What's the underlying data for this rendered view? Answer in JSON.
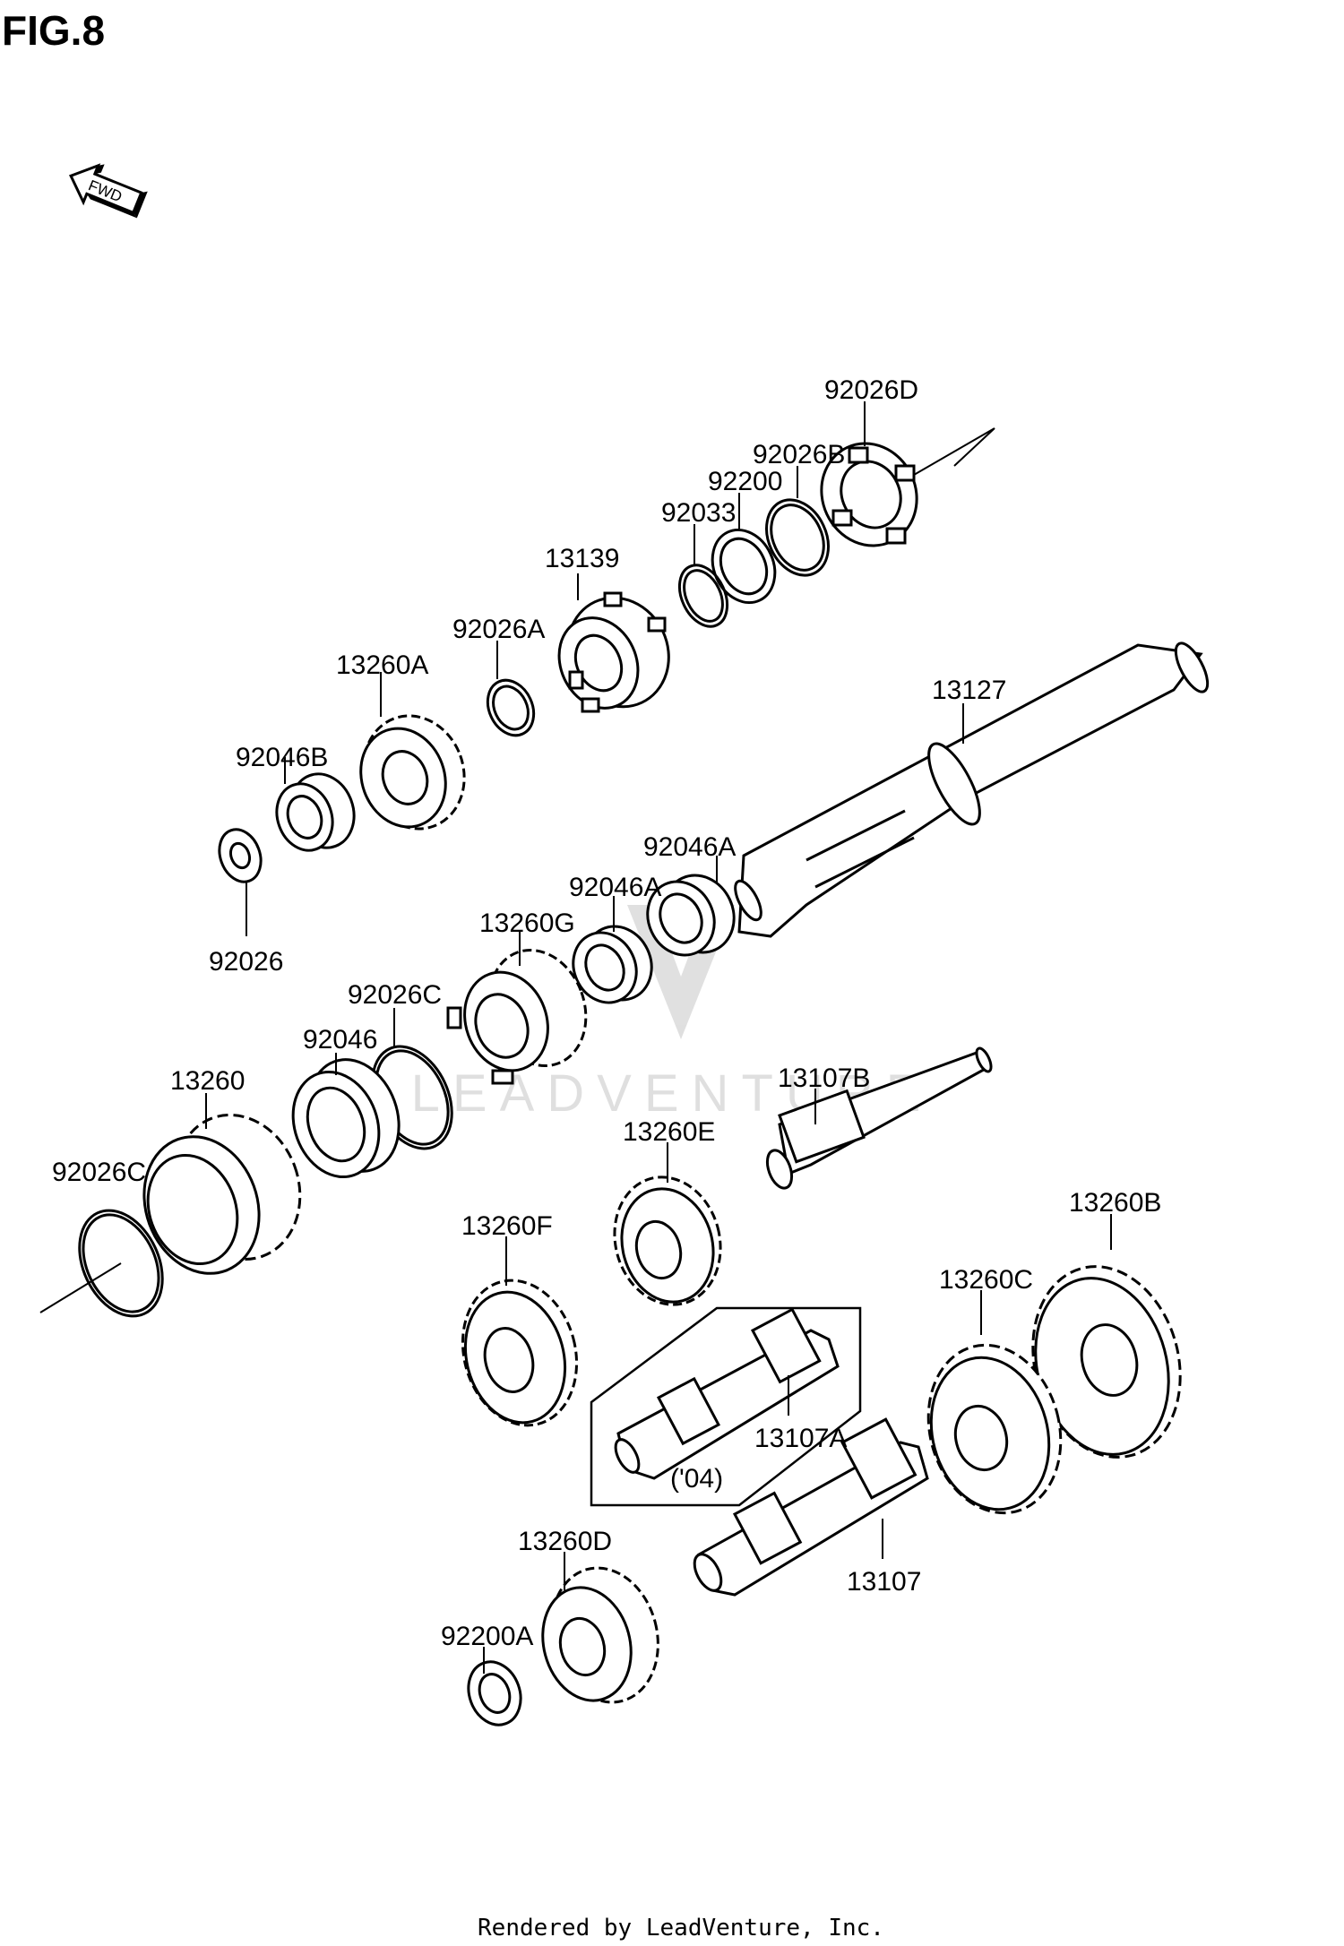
{
  "figure": {
    "title": "FIG.8",
    "fwd_label": "FWD",
    "footer": "Rendered by LeadVenture, Inc.",
    "watermark": "LEADVENTURE"
  },
  "parts": {
    "p92026D": "92026D",
    "p92026B": "92026B",
    "p92200": "92200",
    "p92033": "92033",
    "p13139": "13139",
    "p92026A": "92026A",
    "p13260A": "13260A",
    "p92046B": "92046B",
    "p92026": "92026",
    "p13127": "13127",
    "p92046A_1": "92046A",
    "p92046A_2": "92046A",
    "p13260G": "13260G",
    "p92026C_1": "92026C",
    "p92046": "92046",
    "p13260": "13260",
    "p92026C_2": "92026C",
    "p13107B": "13107B",
    "p13260E": "13260E",
    "p13260F": "13260F",
    "p13260B": "13260B",
    "p13260C": "13260C",
    "p13107A": "13107A",
    "p04": "('04)",
    "p13260D": "13260D",
    "p92200A": "92200A",
    "p13107": "13107"
  }
}
